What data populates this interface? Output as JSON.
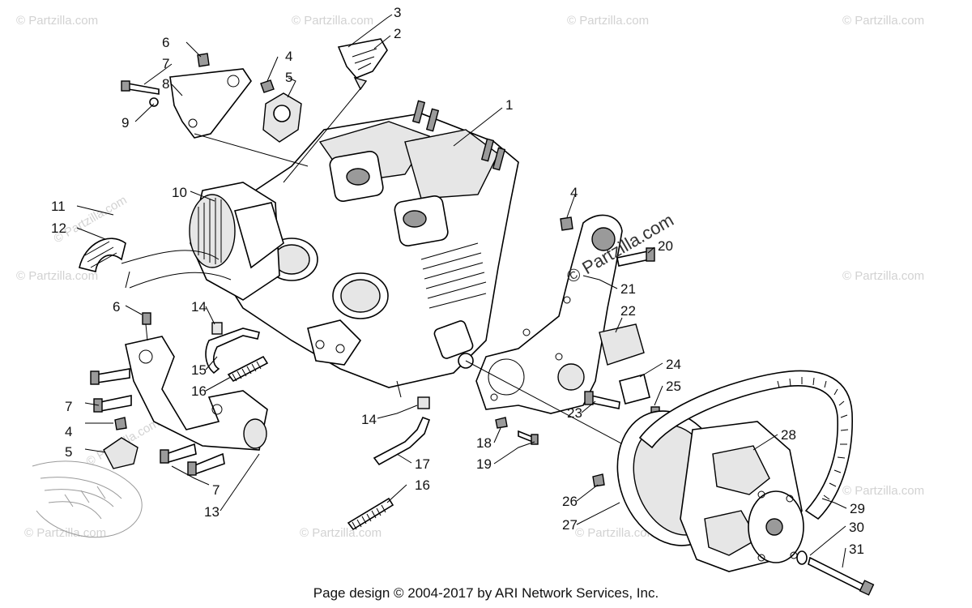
{
  "callouts": [
    {
      "id": "c1",
      "text": "1"
    },
    {
      "id": "c2",
      "text": "2"
    },
    {
      "id": "c3",
      "text": "3"
    },
    {
      "id": "c4a",
      "text": "4"
    },
    {
      "id": "c4b",
      "text": "4"
    },
    {
      "id": "c4c",
      "text": "4"
    },
    {
      "id": "c5a",
      "text": "5"
    },
    {
      "id": "c5b",
      "text": "5"
    },
    {
      "id": "c6a",
      "text": "6"
    },
    {
      "id": "c6b",
      "text": "6"
    },
    {
      "id": "c7a",
      "text": "7"
    },
    {
      "id": "c7b",
      "text": "7"
    },
    {
      "id": "c7c",
      "text": "7"
    },
    {
      "id": "c8",
      "text": "8"
    },
    {
      "id": "c9",
      "text": "9"
    },
    {
      "id": "c10",
      "text": "10"
    },
    {
      "id": "c11",
      "text": "11"
    },
    {
      "id": "c12",
      "text": "12"
    },
    {
      "id": "c13",
      "text": "13"
    },
    {
      "id": "c14a",
      "text": "14"
    },
    {
      "id": "c14b",
      "text": "14"
    },
    {
      "id": "c15",
      "text": "15"
    },
    {
      "id": "c16a",
      "text": "16"
    },
    {
      "id": "c16b",
      "text": "16"
    },
    {
      "id": "c17",
      "text": "17"
    },
    {
      "id": "c18",
      "text": "18"
    },
    {
      "id": "c19",
      "text": "19"
    },
    {
      "id": "c20",
      "text": "20"
    },
    {
      "id": "c21",
      "text": "21"
    },
    {
      "id": "c22",
      "text": "22"
    },
    {
      "id": "c23",
      "text": "23"
    },
    {
      "id": "c24",
      "text": "24"
    },
    {
      "id": "c25",
      "text": "25"
    },
    {
      "id": "c26",
      "text": "26"
    },
    {
      "id": "c27",
      "text": "27"
    },
    {
      "id": "c28",
      "text": "28"
    },
    {
      "id": "c29",
      "text": "29"
    },
    {
      "id": "c30",
      "text": "30"
    },
    {
      "id": "c31",
      "text": "31"
    }
  ],
  "watermark": {
    "small": "© Partzilla.com",
    "large": "© Partzilla.com"
  },
  "footer": {
    "text": "Page design © 2004-2017 by ARI Network Services, Inc."
  }
}
